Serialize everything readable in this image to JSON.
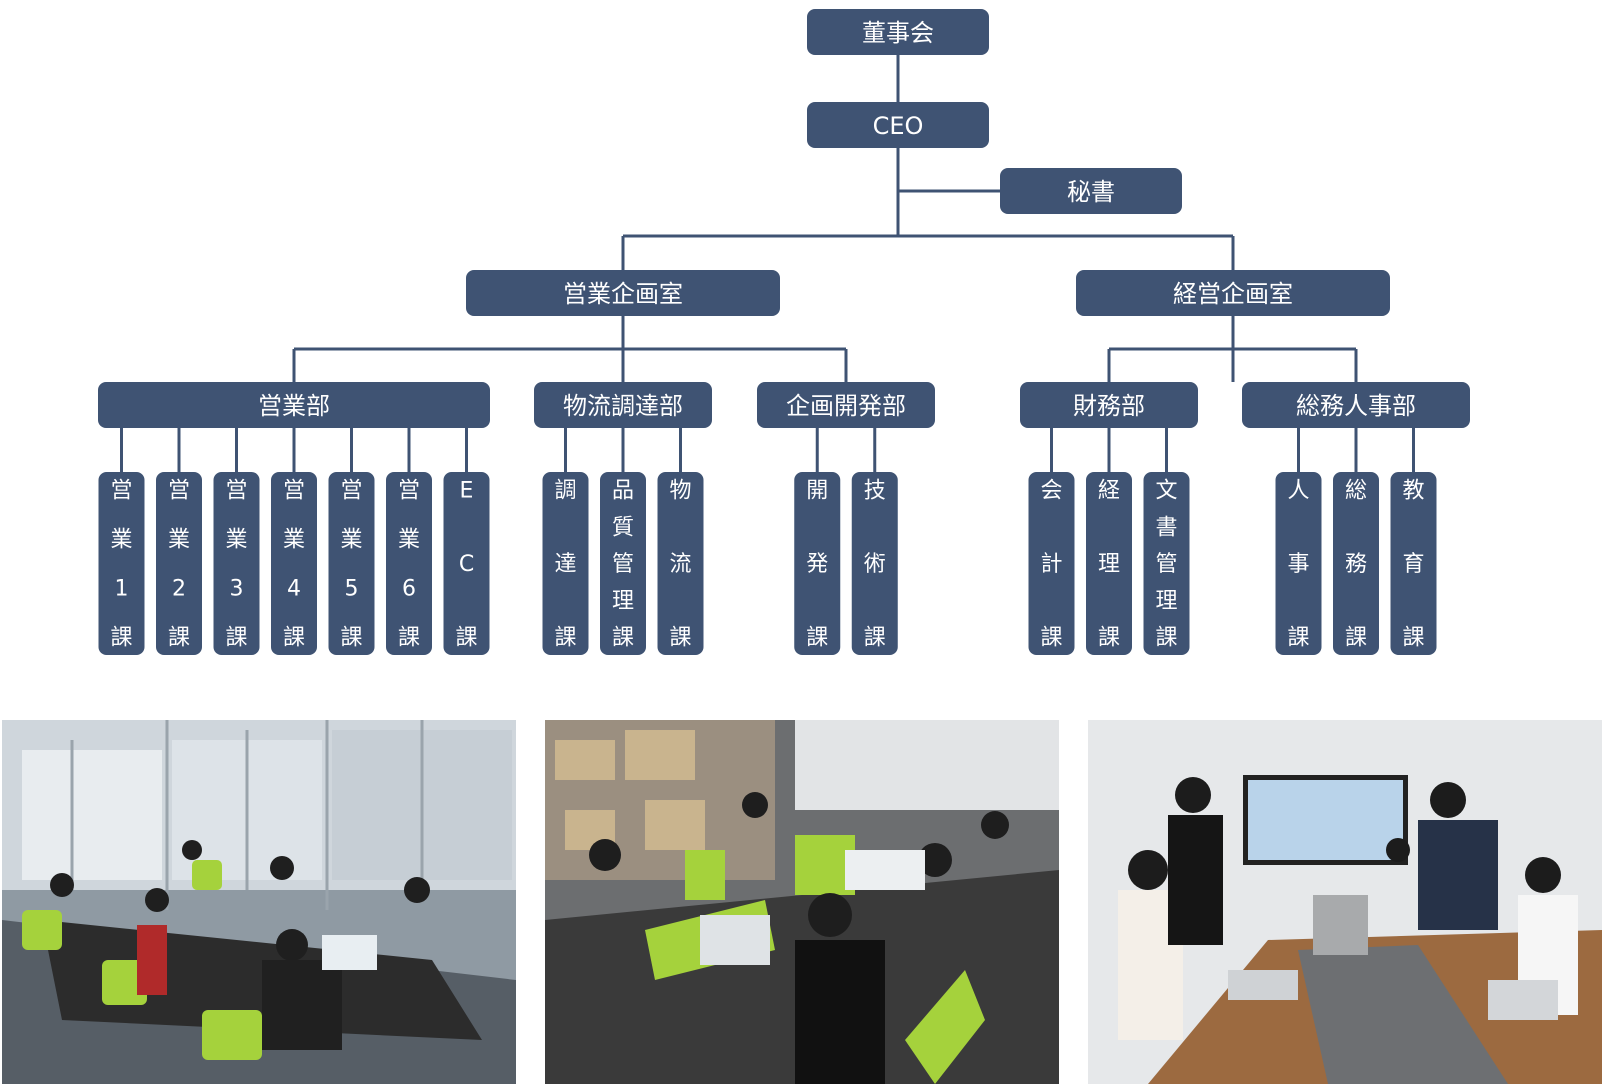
{
  "org_chart": {
    "colors": {
      "box": "#3f5373",
      "line": "#3f5373",
      "text": "#ffffff"
    },
    "board": "董事会",
    "ceo": "CEO",
    "secretary": "秘書",
    "divisions": [
      {
        "name": "営業企画室",
        "departments": [
          {
            "name": "営業部",
            "sections": [
              "営業1課",
              "営業2課",
              "営業3課",
              "営業4課",
              "営業5課",
              "営業6課",
              "EC課"
            ]
          },
          {
            "name": "物流調達部",
            "sections": [
              "調達課",
              "品質管理課",
              "物流課"
            ]
          },
          {
            "name": "企画開発部",
            "sections": [
              "開発課",
              "技術課"
            ]
          }
        ]
      },
      {
        "name": "経営企画室",
        "departments": [
          {
            "name": "財務部",
            "sections": [
              "会計課",
              "経理課",
              "文書管理課"
            ]
          },
          {
            "name": "総務人事部",
            "sections": [
              "人事課",
              "総務課",
              "教育課"
            ]
          }
        ]
      }
    ]
  },
  "photos": [
    {
      "scene": "open-office"
    },
    {
      "scene": "busy-desks"
    },
    {
      "scene": "meeting-room"
    }
  ]
}
